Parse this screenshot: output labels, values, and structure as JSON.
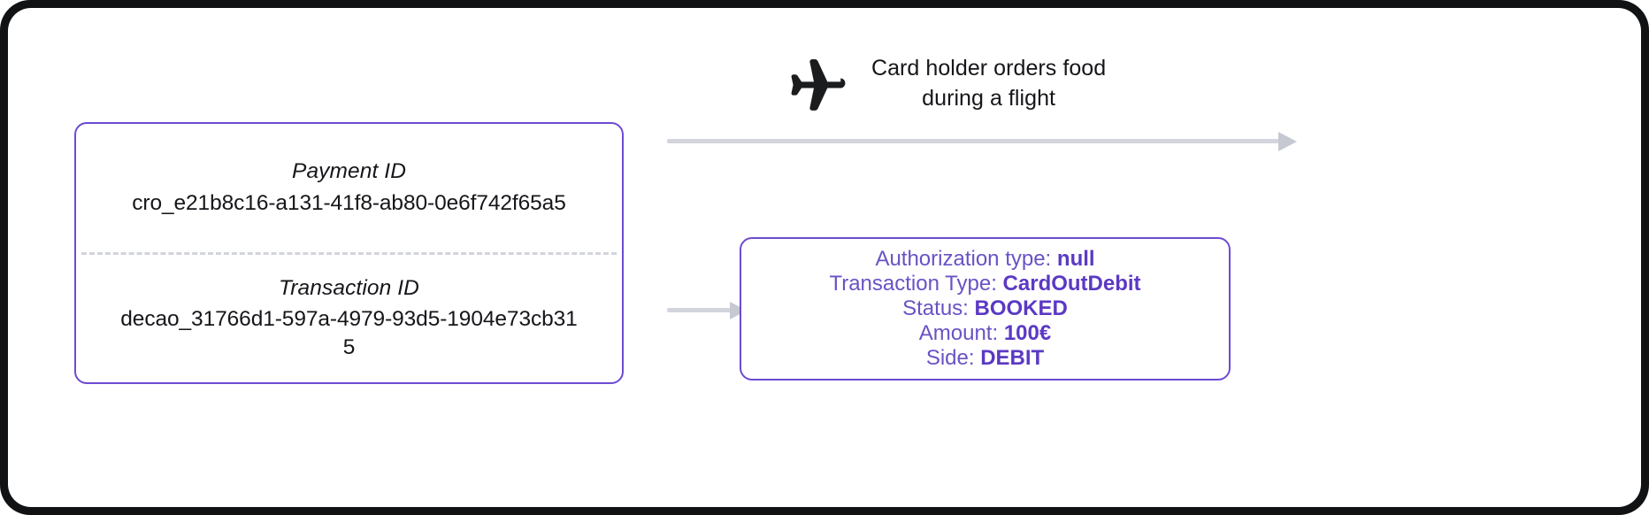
{
  "identifier_card": {
    "payment": {
      "label": "Payment ID",
      "value": "cro_e21b8c16-a131-41f8-ab80-0e6f742f65a5"
    },
    "transaction": {
      "label": "Transaction ID",
      "value": "decao_31766d1-597a-4979-93d5-1904e73cb315"
    }
  },
  "scenario": {
    "icon": "airplane-icon",
    "caption": "Card holder orders food\nduring a flight"
  },
  "detail_panel": {
    "rows": [
      {
        "label": "Authorization type:",
        "value": "null"
      },
      {
        "label": "Transaction Type:",
        "value": "CardOutDebit"
      },
      {
        "label": "Status:",
        "value": "BOOKED"
      },
      {
        "label": "Amount:",
        "value": "100€"
      },
      {
        "label": "Side:",
        "value": "DEBIT"
      }
    ]
  },
  "colors": {
    "accent_border": "#6d4bd1",
    "accent_text": "#6a52c4",
    "accent_value": "#5b39c4",
    "arrow": "#d3d5dd",
    "divider": "#d2d4dd",
    "frame": "#111214"
  }
}
